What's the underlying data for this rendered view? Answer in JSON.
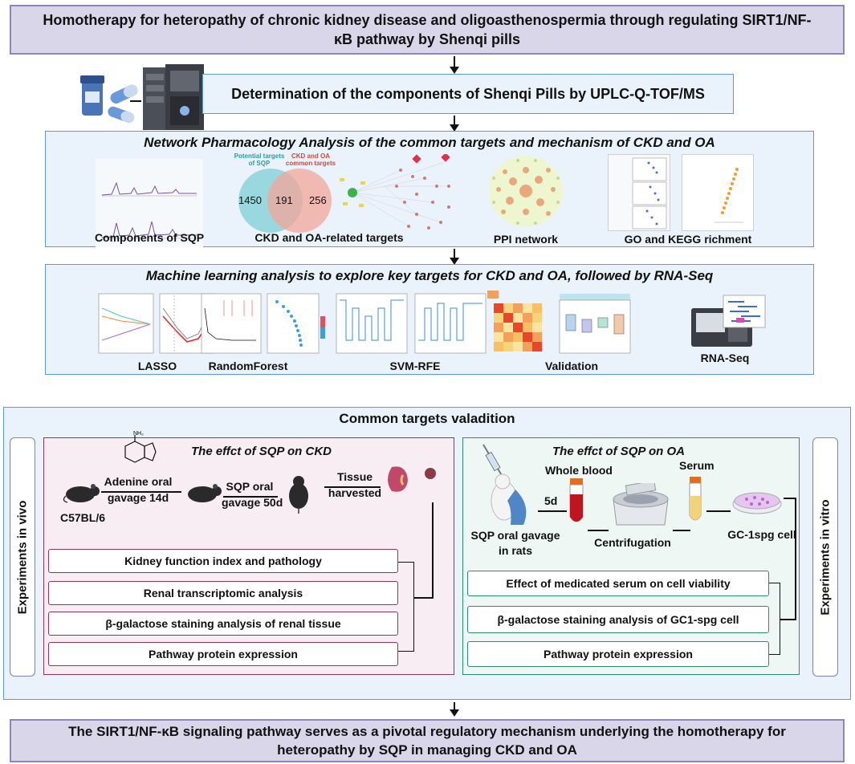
{
  "header": {
    "title_line1": "Homotherapy for heteropathy of chronic kidney disease and oligoasthenospermia through regulating SIRT1/NF-",
    "title_line2": "κB pathway by Shenqi pills"
  },
  "step_uplc": {
    "title": "Determination of the components of Shenqi Pills by UPLC-Q-TOF/MS"
  },
  "network": {
    "title": "Network Pharmacology Analysis of the common targets and mechanism of CKD and OA",
    "panels": [
      {
        "caption": "Components of SQP"
      },
      {
        "caption": "CKD and OA-related targets"
      },
      {
        "caption": "PPI network"
      },
      {
        "caption": "GO and KEGG richment"
      }
    ],
    "venn": {
      "left_label_1": "Potential targets",
      "left_label_2": "of SQP",
      "right_label_1": "CKD and OA",
      "right_label_2": "common targets",
      "left_only": "1450",
      "overlap": "191",
      "right_only": "256"
    }
  },
  "ml": {
    "title": "Machine learning analysis to explore key targets for CKD and OA, followed by RNA-Seq",
    "panels": [
      {
        "caption": "LASSO"
      },
      {
        "caption": "RandomForest"
      },
      {
        "caption": "SVM-RFE"
      },
      {
        "caption": "Validation"
      },
      {
        "caption": "RNA-Seq"
      }
    ]
  },
  "validation": {
    "title": "Common targets valadition",
    "in_vivo_label": "Experiments in vivo",
    "in_vitro_label": "Experiments in vitro",
    "ckd": {
      "title": "The effct of SQP on CKD",
      "mouse_label": "C57BL/6",
      "step1_line1": "Adenine oral",
      "step1_line2": "gavage 14d",
      "step2_line1": "SQP oral",
      "step2_line2": "gavage 50d",
      "step3_line1": "Tissue",
      "step3_line2": "harvested",
      "items": [
        "Kidney function index and pathology",
        "Renal transcriptomic analysis",
        "β-galactose staining analysis of renal tissue",
        "Pathway protein expression"
      ]
    },
    "oa": {
      "title": "The effct of SQP on OA",
      "whole_blood": "Whole blood",
      "serum": "Serum",
      "days": "5d",
      "rats_line1": "SQP oral gavage",
      "rats_line2": "in rats",
      "centrifugation": "Centrifugation",
      "cell_label": "GC-1spg cell",
      "items": [
        "Effect of medicated serum on cell viability",
        "β-galactose staining analysis of GC1-spg cell",
        "Pathway protein expression"
      ]
    }
  },
  "conclusion": {
    "line1": "The SIRT1/NF-κB signaling pathway serves as a pivotal regulatory mechanism underlying the homotherapy for",
    "line2": "heteropathy by SQP in managing CKD and OA"
  },
  "colors": {
    "header_fill": "#d9d6ea",
    "stage_fill": "#eaf3fb",
    "stage_border": "#5b9bd0",
    "ckd_border": "#8a3960",
    "oa_border": "#2d8a73"
  }
}
